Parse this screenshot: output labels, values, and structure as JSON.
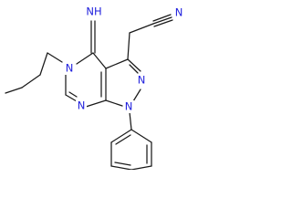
{
  "molecule": {
    "colors": {
      "bond": "#1a1a1a",
      "nitrogen": "#1f1fdd",
      "background": "#ffffff"
    },
    "atom_labels": {
      "imine": "NH",
      "nitrile": "N",
      "n5": "N",
      "n2": "N",
      "n1": "N",
      "n7": "N"
    }
  }
}
